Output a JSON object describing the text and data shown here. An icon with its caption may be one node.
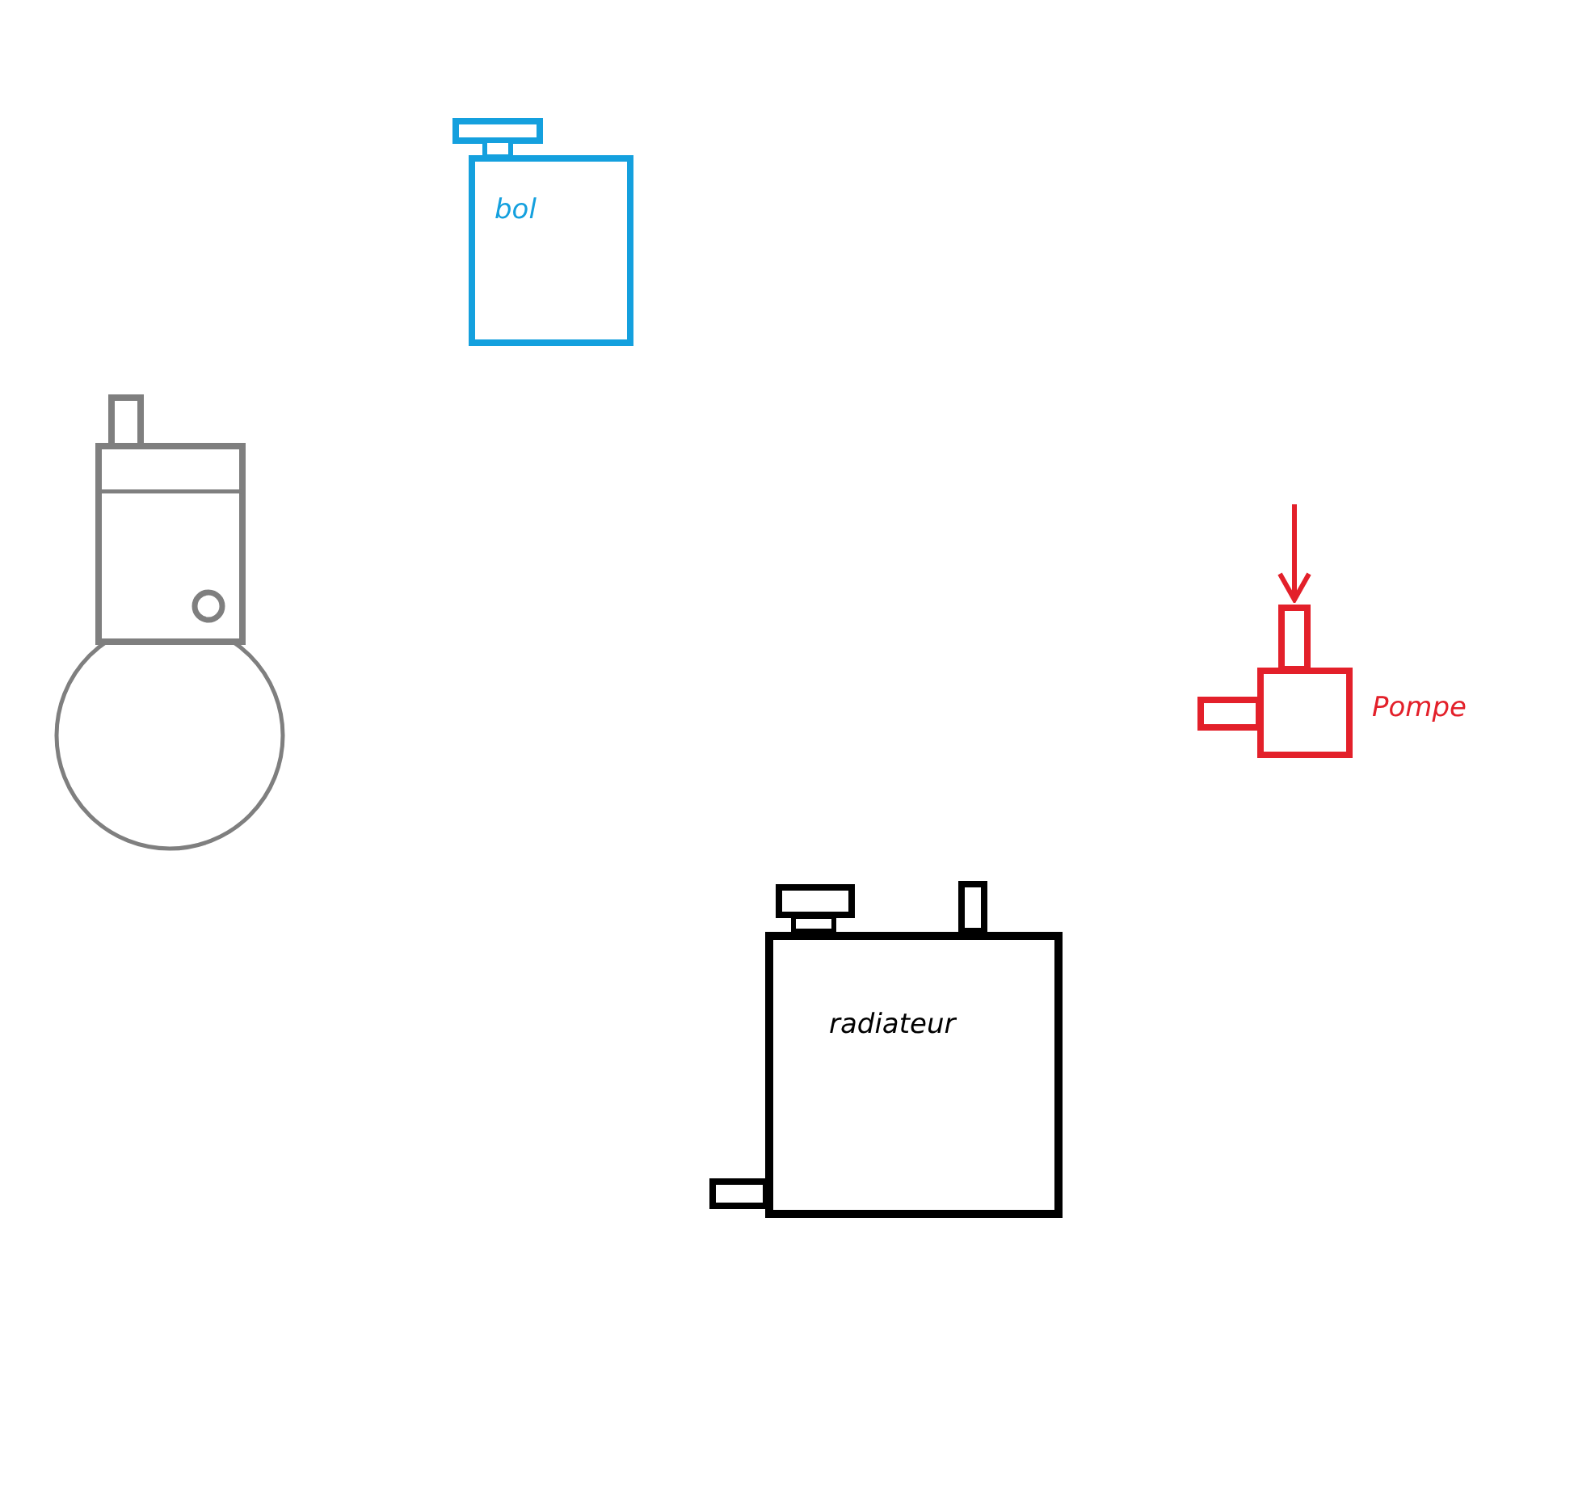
{
  "diagram": {
    "nodes": [
      {
        "text": [
          "bol"
        ]
      },
      {
        "text": [],
        "shape": "circle"
      },
      {
        "text": [
          "Pompe"
        ]
      },
      {
        "text": [
          "radiateur"
        ]
      }
    ],
    "edges": [
      {
        "from": null,
        "to": 2,
        "arrow": "to"
      }
    ]
  }
}
